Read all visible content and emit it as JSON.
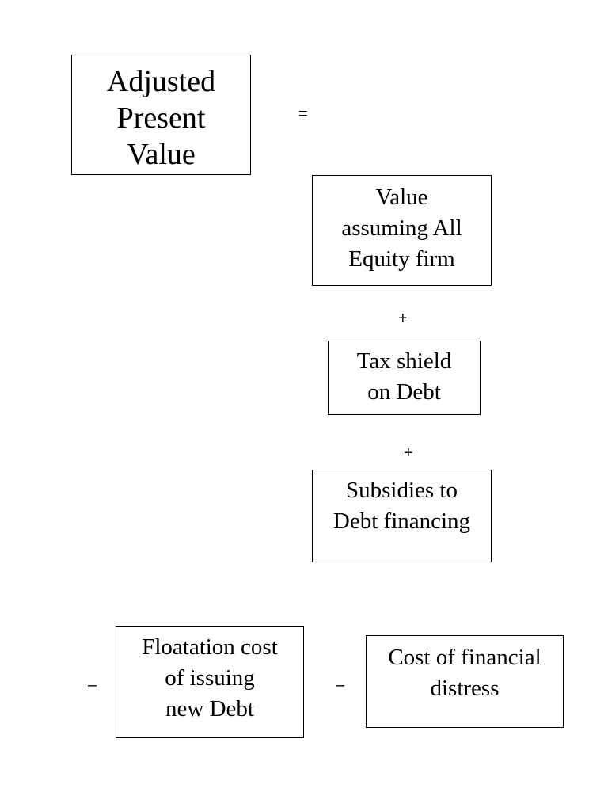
{
  "nodes": {
    "apv": "Adjusted\nPresent\nValue",
    "all_equity_value": "Value\nassuming All\nEquity firm",
    "tax_shield": "Tax shield\non Debt",
    "subsidies": "Subsidies to\nDebt financing",
    "floatation_cost": "Floatation cost\nof issuing\nnew Debt",
    "financial_distress": "Cost of financial\ndistress"
  },
  "operators": {
    "equals": "=",
    "plus_1": "+",
    "plus_2": "+",
    "minus_1": "–",
    "minus_2": "–"
  }
}
